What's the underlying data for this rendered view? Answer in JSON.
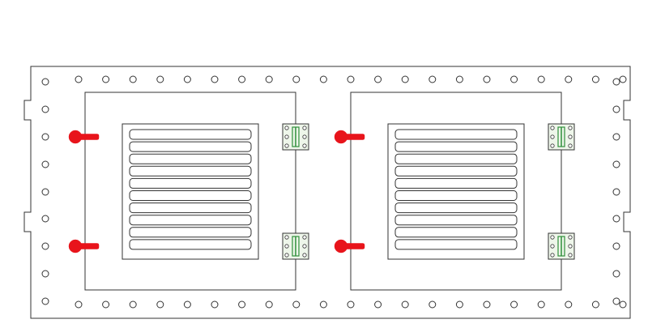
{
  "drawing": {
    "colors": {
      "line": "#333333",
      "background": "#ffffff",
      "handle": "#e8141b",
      "hinge_fill": "#eef6ea",
      "hinge_pin": "#2f8f3a"
    },
    "panel_count": 2,
    "louver_slats_per_panel": 10,
    "handles_per_panel": 2,
    "hinges_per_panel": 2,
    "icons": {
      "handle": "door-handle-icon",
      "hinge": "hinge-icon",
      "bolt_hole": "bolt-hole-icon"
    }
  }
}
